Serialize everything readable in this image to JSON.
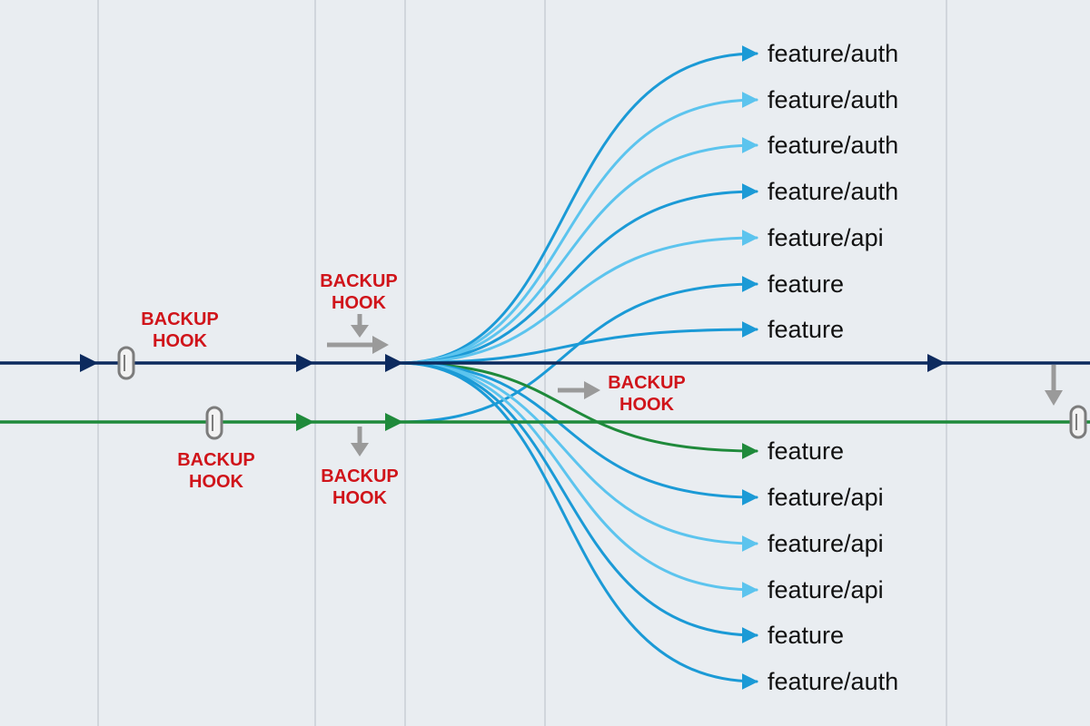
{
  "colors": {
    "background": "#e9edf1",
    "gridline": "#c9cfd6",
    "main_line": "#0c2a5e",
    "green_line": "#1f8a3b",
    "blue_dark": "#1b9ad6",
    "blue_light": "#5cc4ee",
    "hook_text": "#d0141a",
    "gray_arrow": "#9a9a9a",
    "label_text": "#111111"
  },
  "lines": [
    {
      "name": "main-line",
      "color": "main_line"
    },
    {
      "name": "green-line",
      "color": "green_line"
    }
  ],
  "branches": [
    {
      "label": "feature/auth",
      "color": "blue_dark",
      "origin": "main-line"
    },
    {
      "label": "feature/auth",
      "color": "blue_light",
      "origin": "main-line"
    },
    {
      "label": "feature/auth",
      "color": "blue_light",
      "origin": "main-line"
    },
    {
      "label": "feature/auth",
      "color": "blue_dark",
      "origin": "main-line"
    },
    {
      "label": "feature/api",
      "color": "blue_light",
      "origin": "main-line"
    },
    {
      "label": "feature",
      "color": "blue_dark",
      "origin": "green-line"
    },
    {
      "label": "feature",
      "color": "blue_dark",
      "origin": "main-line"
    },
    {
      "label": "feature",
      "color": "green_line",
      "origin": "main-line"
    },
    {
      "label": "feature/api",
      "color": "blue_dark",
      "origin": "main-line"
    },
    {
      "label": "feature/api",
      "color": "blue_light",
      "origin": "main-line"
    },
    {
      "label": "feature/api",
      "color": "blue_light",
      "origin": "main-line"
    },
    {
      "label": "feature",
      "color": "blue_dark",
      "origin": "main-line"
    },
    {
      "label": "feature/auth",
      "color": "blue_dark",
      "origin": "main-line"
    }
  ],
  "hooks": [
    {
      "line1": "BACKUP",
      "line2": "HOOK"
    },
    {
      "line1": "BACKUP",
      "line2": "HOOK"
    },
    {
      "line1": "BACKUP",
      "line2": "HOOK"
    },
    {
      "line1": "BACKUP",
      "line2": "HOOK"
    },
    {
      "line1": "BACKUP",
      "line2": "HOOK"
    }
  ]
}
